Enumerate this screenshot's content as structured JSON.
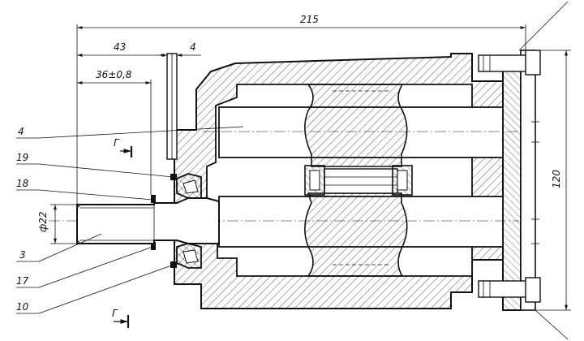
{
  "dimensions": {
    "overall_length": "215",
    "length_43": "43",
    "length_4": "4",
    "length_36": "36±0,8",
    "shaft_diameter": "ф22",
    "height_120": "120"
  },
  "section_marks": {
    "top": "Г",
    "bottom": "Г"
  },
  "callouts": [
    {
      "id": "4",
      "label": "4"
    },
    {
      "id": "19",
      "label": "19"
    },
    {
      "id": "18",
      "label": "18"
    },
    {
      "id": "3",
      "label": "3"
    },
    {
      "id": "17",
      "label": "17"
    },
    {
      "id": "10",
      "label": "10"
    }
  ]
}
